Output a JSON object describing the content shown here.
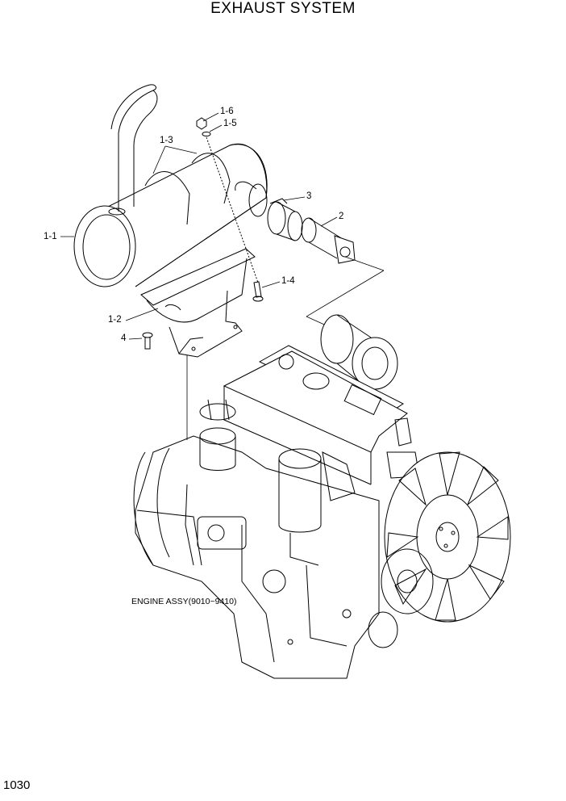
{
  "title": "EXHAUST SYSTEM",
  "page_number": "1030",
  "engine_label": "ENGINE ASSY(9010~9410)",
  "callouts": {
    "c1_1": "1-1",
    "c1_2": "1-2",
    "c1_3": "1-3",
    "c1_4": "1-4",
    "c1_5": "1-5",
    "c1_6": "1-6",
    "c2": "2",
    "c3": "3",
    "c4": "4"
  }
}
